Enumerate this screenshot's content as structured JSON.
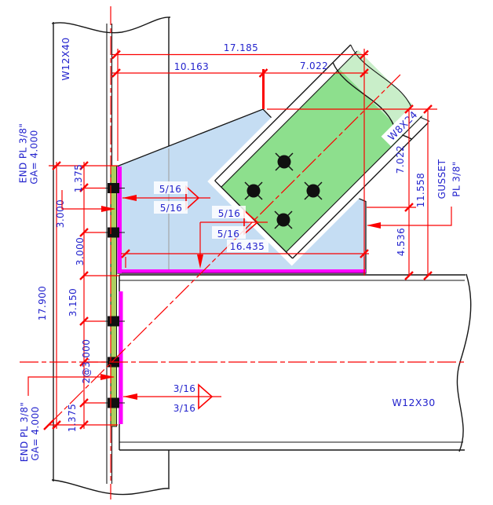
{
  "drawing": {
    "members": {
      "column": "W12X40",
      "beam": "W12X30",
      "brace": "W8X24"
    },
    "plates": {
      "gusset_line1": "GUSSET",
      "gusset_line2": "PL 3/8\"",
      "end_plate_top_line1": "END PL 3/8\"",
      "end_plate_top_line2": "GA= 4.000",
      "end_plate_bottom_line1": "END PL 3/8\"",
      "end_plate_bottom_line2": "GA= 4.000"
    },
    "welds": {
      "gusset_to_endplate_top": "5/16",
      "gusset_to_endplate_bottom": "5/16",
      "gusset_to_beam_top": "5/16",
      "gusset_to_beam_bottom": "5/16",
      "endplate_to_beamweb_top": "3/16",
      "endplate_to_beamweb_bottom": "3/16"
    },
    "dimensions": {
      "top_overall": "17.185",
      "top_left": "10.163",
      "top_right": "7.022",
      "right_upper": "7.022",
      "right_overall": "11.558",
      "right_lower": "4.536",
      "gusset_bottom_length": "16.435",
      "left_overall": "17.900",
      "left_chain_1": "1.375",
      "left_chain_2": "3.000",
      "left_chain_3": "3.000",
      "left_chain_4": "3.150",
      "left_chain_5": "2@3.000",
      "left_chain_6": "1.375"
    },
    "colors": {
      "annotation_blue": "#2323cd",
      "dimension_red": "#fb0000",
      "weld_magenta": "#ff00ff",
      "brace_green": "#8ddf8d",
      "brace_ghost_green": "#c9eec9",
      "end_plate_green": "#adcf5f",
      "gusset_blue": "#c5ddf3",
      "line_black": "#161616"
    }
  }
}
